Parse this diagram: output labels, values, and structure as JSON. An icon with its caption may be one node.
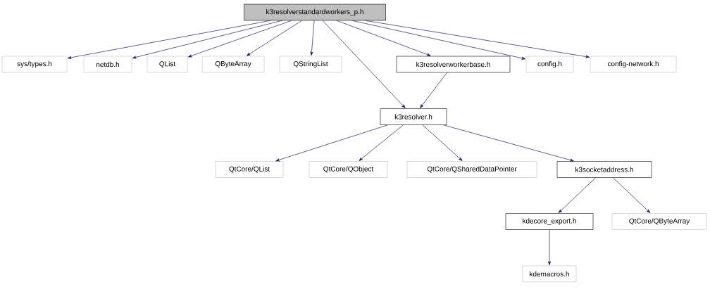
{
  "diagram": {
    "nodes": [
      {
        "text": [
          "k3resolverstandardworkers_p.h"
        ]
      },
      {
        "text": [
          "sys/types.h"
        ]
      },
      {
        "text": [
          "netdb.h"
        ]
      },
      {
        "text": [
          "QList"
        ]
      },
      {
        "text": [
          "QByteArray"
        ]
      },
      {
        "text": [
          "QStringList"
        ]
      },
      {
        "text": [
          "k3resolverworkerbase.h"
        ]
      },
      {
        "text": [
          "config.h"
        ]
      },
      {
        "text": [
          "config-network.h"
        ]
      },
      {
        "text": [
          "k3resolver.h"
        ]
      },
      {
        "text": [
          "QtCore/QList"
        ]
      },
      {
        "text": [
          "QtCore/QObject"
        ]
      },
      {
        "text": [
          "QtCore/QSharedDataPointer"
        ]
      },
      {
        "text": [
          "k3socketaddress.h"
        ]
      },
      {
        "text": [
          "kdecore_export.h"
        ]
      },
      {
        "text": [
          "QtCore/QByteArray"
        ]
      },
      {
        "text": [
          "kdemacros.h"
        ]
      }
    ],
    "edges": [
      {
        "from": 0,
        "to": 1,
        "arrow": "to"
      },
      {
        "from": 0,
        "to": 2,
        "arrow": "to"
      },
      {
        "from": 0,
        "to": 3,
        "arrow": "to"
      },
      {
        "from": 0,
        "to": 4,
        "arrow": "to"
      },
      {
        "from": 0,
        "to": 5,
        "arrow": "to"
      },
      {
        "from": 0,
        "to": 9,
        "arrow": "to"
      },
      {
        "from": 0,
        "to": 6,
        "arrow": "to"
      },
      {
        "from": 0,
        "to": 7,
        "arrow": "to"
      },
      {
        "from": 0,
        "to": 8,
        "arrow": "to"
      },
      {
        "from": 6,
        "to": 9,
        "arrow": "to"
      },
      {
        "from": 9,
        "to": 10,
        "arrow": "to"
      },
      {
        "from": 9,
        "to": 11,
        "arrow": "to"
      },
      {
        "from": 9,
        "to": 12,
        "arrow": "to"
      },
      {
        "from": 9,
        "to": 13,
        "arrow": "to"
      },
      {
        "from": 13,
        "to": 14,
        "arrow": "to"
      },
      {
        "from": 13,
        "to": 15,
        "arrow": "to"
      },
      {
        "from": 14,
        "to": 16,
        "arrow": "to"
      }
    ]
  }
}
